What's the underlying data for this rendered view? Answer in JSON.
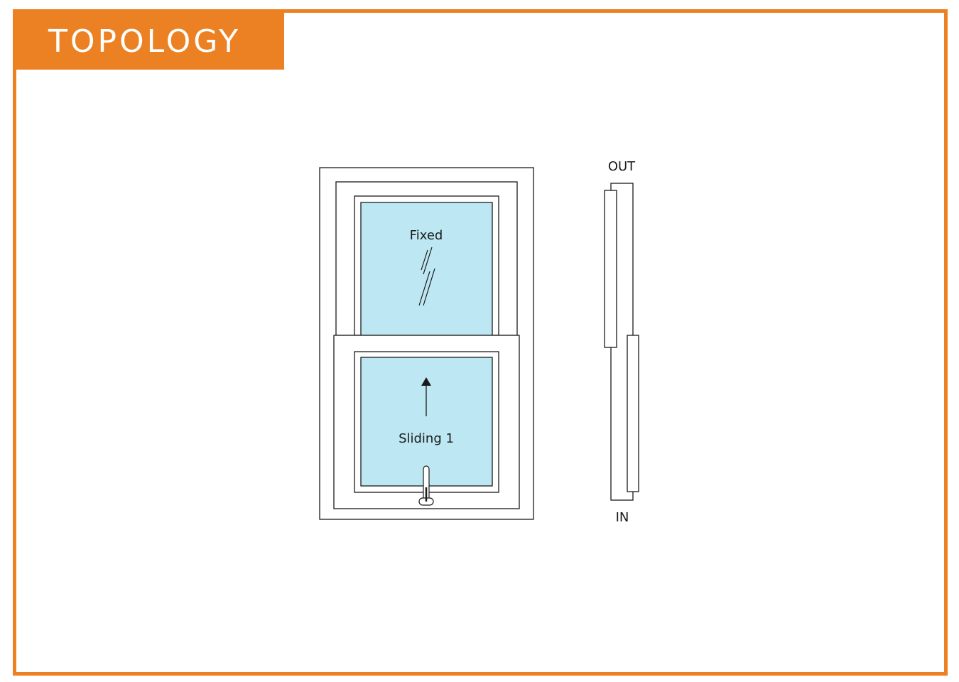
{
  "header": {
    "title": "TOPOLOGY"
  },
  "window": {
    "upper_sash_label": "Fixed",
    "lower_sash_label": "Sliding 1"
  },
  "section": {
    "outside_label": "OUT",
    "inside_label": "IN"
  },
  "colors": {
    "accent": "#ec8123",
    "glass": "#bde8f3",
    "line": "#1a1a1a"
  },
  "icons": {
    "slide_direction": "arrow-up-icon",
    "glass_marks": "glass-reflection-icon",
    "handle": "sash-handle-icon"
  }
}
